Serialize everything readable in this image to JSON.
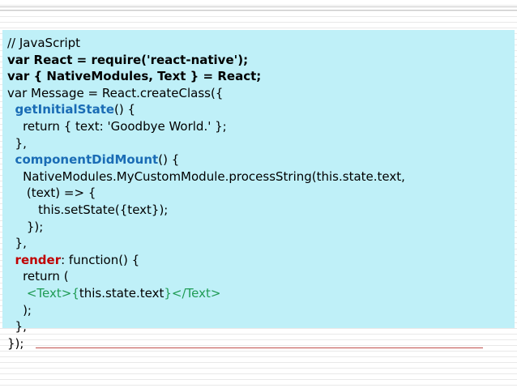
{
  "slide": {
    "code_lines": [
      [
        {
          "text": "// JavaScript",
          "style": "plain"
        }
      ],
      [
        {
          "text": "var React = require('react-native');",
          "style": "bold"
        }
      ],
      [
        {
          "text": "var { NativeModules, Text } = React;",
          "style": "bold"
        }
      ],
      [
        {
          "text": "var Message = React.createClass({",
          "style": "plain"
        }
      ],
      [
        {
          "text": "  ",
          "style": "plain"
        },
        {
          "text": "getInitialState",
          "style": "blue"
        },
        {
          "text": "() {",
          "style": "plain"
        }
      ],
      [
        {
          "text": "    return { text: 'Goodbye World.' };",
          "style": "plain"
        }
      ],
      [
        {
          "text": "  },",
          "style": "plain"
        }
      ],
      [
        {
          "text": "  ",
          "style": "plain"
        },
        {
          "text": "componentDidMount",
          "style": "blue"
        },
        {
          "text": "() {",
          "style": "plain"
        }
      ],
      [
        {
          "text": "    NativeModules.MyCustomModule.processString(this.state.text,",
          "style": "plain"
        }
      ],
      [
        {
          "text": "     (text) => {",
          "style": "plain"
        }
      ],
      [
        {
          "text": "        this.setState({text});",
          "style": "plain"
        }
      ],
      [
        {
          "text": "     });",
          "style": "plain"
        }
      ],
      [
        {
          "text": "  },",
          "style": "plain"
        }
      ],
      [
        {
          "text": "  ",
          "style": "plain"
        },
        {
          "text": "render",
          "style": "red"
        },
        {
          "text": ": function() {",
          "style": "plain"
        }
      ],
      [
        {
          "text": "    return (",
          "style": "plain"
        }
      ],
      [
        {
          "text": "     ",
          "style": "plain"
        },
        {
          "text": "<Text>{",
          "style": "green"
        },
        {
          "text": "this.state.text",
          "style": "plain"
        },
        {
          "text": "}</Text>",
          "style": "green"
        }
      ],
      [
        {
          "text": "    );",
          "style": "plain"
        }
      ],
      [
        {
          "text": "  },",
          "style": "plain"
        }
      ],
      [
        {
          "text": "});",
          "style": "plain"
        }
      ]
    ],
    "colors": {
      "panel_background": "#bff0f8",
      "keyword_blue": "#1a6cb5",
      "keyword_red": "#c00000",
      "jsx_green": "#1f9b54",
      "divider_red": "#c0504d"
    }
  }
}
